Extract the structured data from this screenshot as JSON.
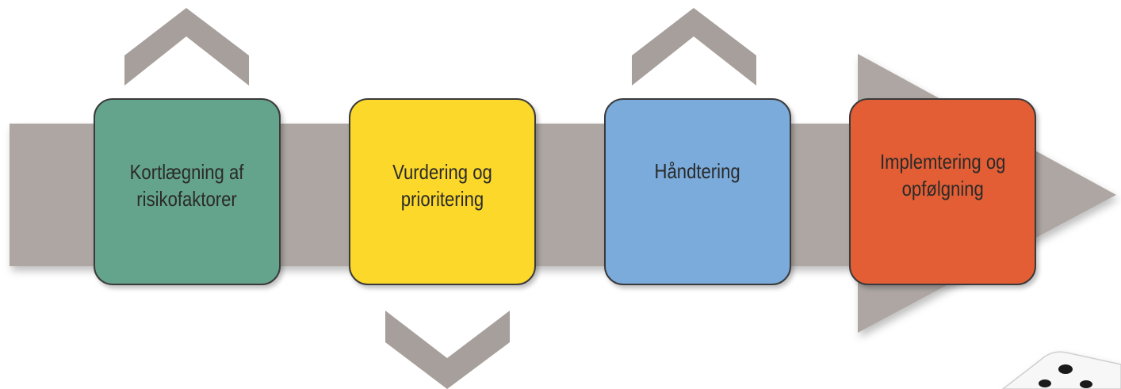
{
  "colors": {
    "arrow": "#ada6a2",
    "chevron": "#a69f9b",
    "outline": "#3a3a3a",
    "step_1": "#65a48c",
    "step_2": "#fcd82a",
    "step_3": "#7aabdb",
    "step_4": "#e35e35"
  },
  "steps": [
    {
      "label_line1": "Kortlægning af",
      "label_line2": "risikofaktorer"
    },
    {
      "label_line1": "Vurdering og",
      "label_line2": "prioritering"
    },
    {
      "label_line1": "Håndtering",
      "label_line2": ""
    },
    {
      "label_line1": "Implemtering og",
      "label_line2": "opfølgning"
    }
  ]
}
